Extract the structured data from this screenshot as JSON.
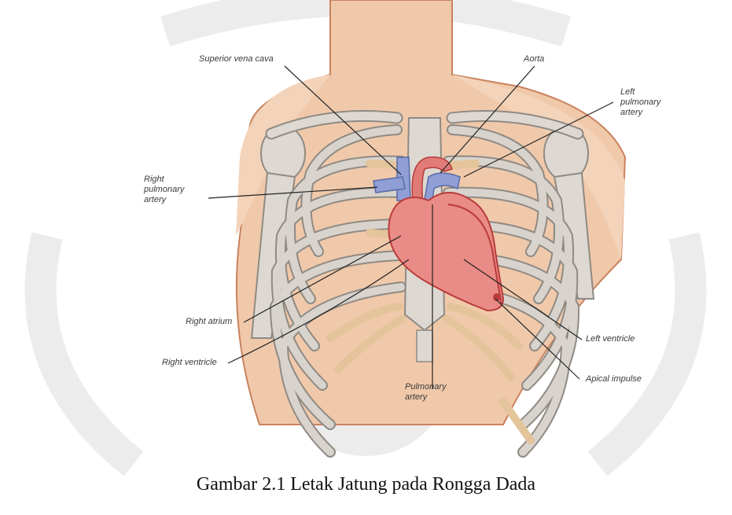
{
  "figure": {
    "labels": {
      "superior_vena_cava": "Superior vena cava",
      "aorta": "Aorta",
      "left_pulmonary_artery": "Left\npulmonary\nartery",
      "right_pulmonary_artery": "Right\npulmonary\nartery",
      "right_atrium": "Right atrium",
      "right_ventricle": "Right ventricle",
      "pulmonary_artery": "Pulmonary\nartery",
      "left_ventricle": "Left ventricle",
      "apical_impulse": "Apical impulse"
    },
    "colors": {
      "skin": "#f0c9aa",
      "skin_edge": "#c9825e",
      "bone": "#d8d3cc",
      "bone_edge": "#8f8a84",
      "cartilage": "#e4c49a",
      "heart": "#e98b86",
      "heart_edge": "#b93b3b",
      "vessel": "#8f9fd6",
      "watermark": "#e6e6e6"
    }
  },
  "caption": "Gambar 2.1 Letak Jatung pada Rongga Dada"
}
